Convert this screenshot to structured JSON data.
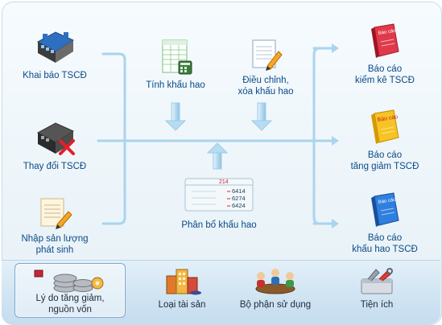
{
  "left": {
    "khai_bao": "Khai báo TSCĐ",
    "thay_doi": "Thay đổi TSCĐ",
    "nhap_san_luong": "Nhập sản lượng\nphát sinh"
  },
  "center": {
    "tinh_khau_hao": "Tính khấu hao",
    "dieu_chinh": "Điều chỉnh,\nxóa khấu hao",
    "phan_bo": "Phân bổ khấu hao",
    "phan_bo_values": [
      "214",
      "6414",
      "6274",
      "6424"
    ]
  },
  "right": {
    "bc_kiem_ke": "Báo cáo\nkiểm kê TSCĐ",
    "bc_tang_giam": "Báo cáo\ntăng giảm TSCĐ",
    "bc_khau_hao": "Báo cáo\nkhấu hao TSCĐ",
    "icon_text_bao_cao": "Báo cáo"
  },
  "dock": {
    "ly_do": "Lý do tăng giảm,\nnguồn vốn",
    "loai_tai_san": "Loại tài sản",
    "bo_phan": "Bộ phận sử dụng",
    "tien_ich": "Tiện ích"
  },
  "colors": {
    "label_blue": "#0b4a86",
    "flow_blue": "#a9d4ee",
    "accent_red": "#d9232f"
  }
}
